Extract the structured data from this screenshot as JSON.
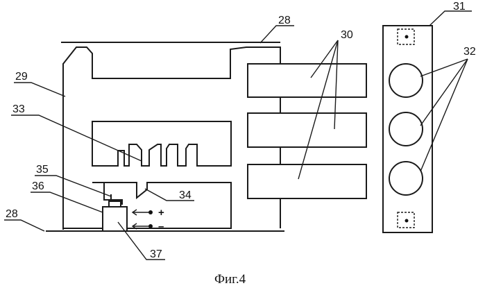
{
  "labels": {
    "l28_top": "28",
    "l28_bottom": "28",
    "l29": "29",
    "l30": "30",
    "l31": "31",
    "l32": "32",
    "l33": "33",
    "l34": "34",
    "l35": "35",
    "l36": "36",
    "l37": "37"
  },
  "terminals": {
    "plus": "+",
    "minus": "–"
  },
  "caption": "Фиг.4"
}
